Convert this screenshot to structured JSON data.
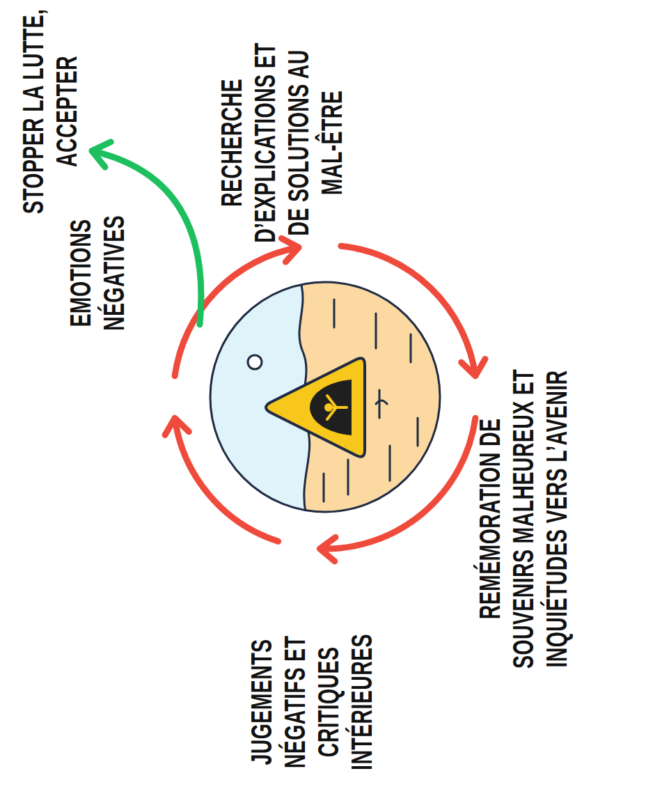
{
  "diagram": {
    "nodes": [
      {
        "text": [
          "STOPPER LA LUTTE, ACCEPTER"
        ]
      },
      {
        "text": [
          "EMOTIONS NÉGATIVES"
        ]
      },
      {
        "text": [
          "RECHERCHE D’EXPLICATIONS ET DE SOLUTIONS AU MAL-ÊTRE"
        ]
      },
      {
        "text": [
          "REMÉMORATION DE SOUVENIRS MALHEUREUX ET INQUIÉTUDES VERS L’AVENIR"
        ]
      },
      {
        "text": [
          "JUGEMENTS NÉGATIFS ET CRITIQUES INTÉRIEURES"
        ]
      }
    ],
    "edges": [
      {
        "from": 1,
        "to": 2,
        "arrow": "to"
      },
      {
        "from": 2,
        "to": 3,
        "arrow": "to"
      },
      {
        "from": 3,
        "to": 4,
        "arrow": "to"
      },
      {
        "from": 4,
        "to": 1,
        "arrow": "to"
      },
      {
        "from": 1,
        "to": 0,
        "arrow": "to"
      }
    ]
  }
}
